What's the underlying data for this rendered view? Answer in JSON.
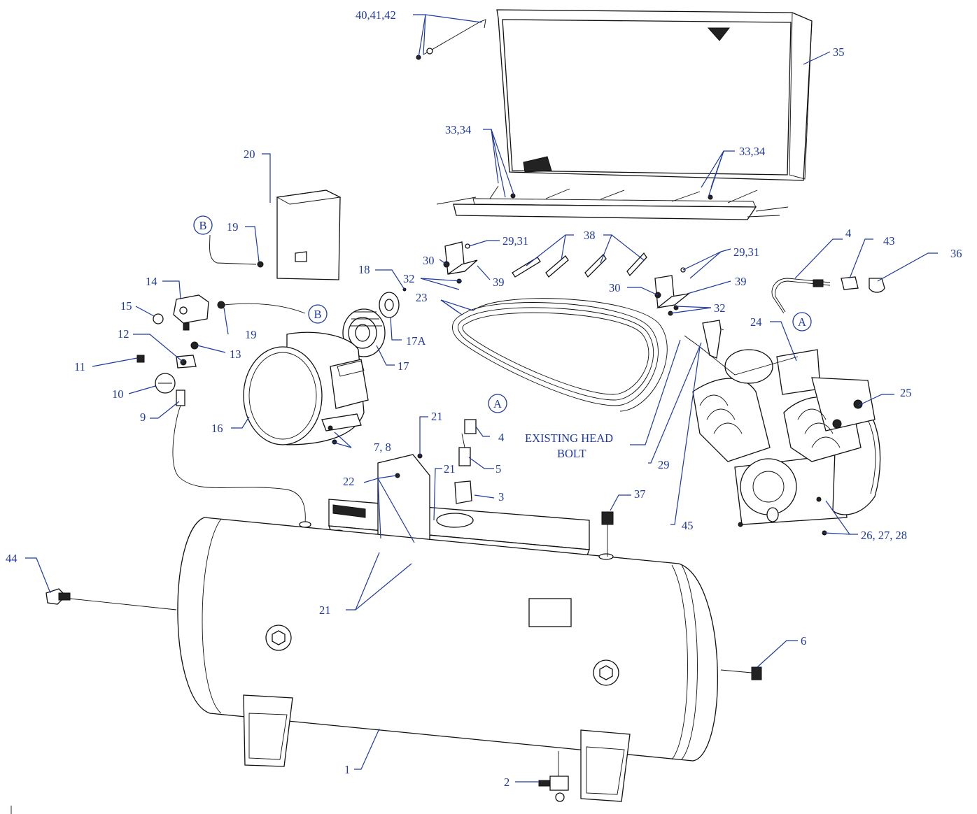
{
  "labels": {
    "l1": "1",
    "l2": "2",
    "l3": "3",
    "l4a": "4",
    "l4b": "4",
    "l5": "5",
    "l6": "6",
    "l7_8": "7, 8",
    "l9": "9",
    "l10": "10",
    "l11": "11",
    "l12": "12",
    "l13": "13",
    "l14": "14",
    "l15": "15",
    "l16": "16",
    "l17": "17",
    "l17a": "17A",
    "l18": "18",
    "l19a": "19",
    "l19b": "19",
    "l20": "20",
    "l21a": "21",
    "l21b": "21",
    "l21c": "21",
    "l22": "22",
    "l23": "23",
    "l24": "24",
    "l25": "25",
    "l26_28": "26, 27, 28",
    "l29": "29",
    "l29_31a": "29,31",
    "l29_31b": "29,31",
    "l30a": "30",
    "l30b": "30",
    "l32a": "32",
    "l32b": "32",
    "l33_34a": "33,34",
    "l33_34b": "33,34",
    "l35": "35",
    "l36": "36",
    "l37": "37",
    "l38": "38",
    "l39a": "39",
    "l39b": "39",
    "l40_42": "40,41,42",
    "l43": "43",
    "l44": "44",
    "l45": "45",
    "existing_head_line1": "EXISTING HEAD",
    "existing_head_line2": "BOLT"
  },
  "connectors": {
    "a_top": "A",
    "a_right": "A",
    "b_left": "B",
    "b_right": "B"
  },
  "colors": {
    "label": "#1f3a9e",
    "line": "#111111"
  }
}
